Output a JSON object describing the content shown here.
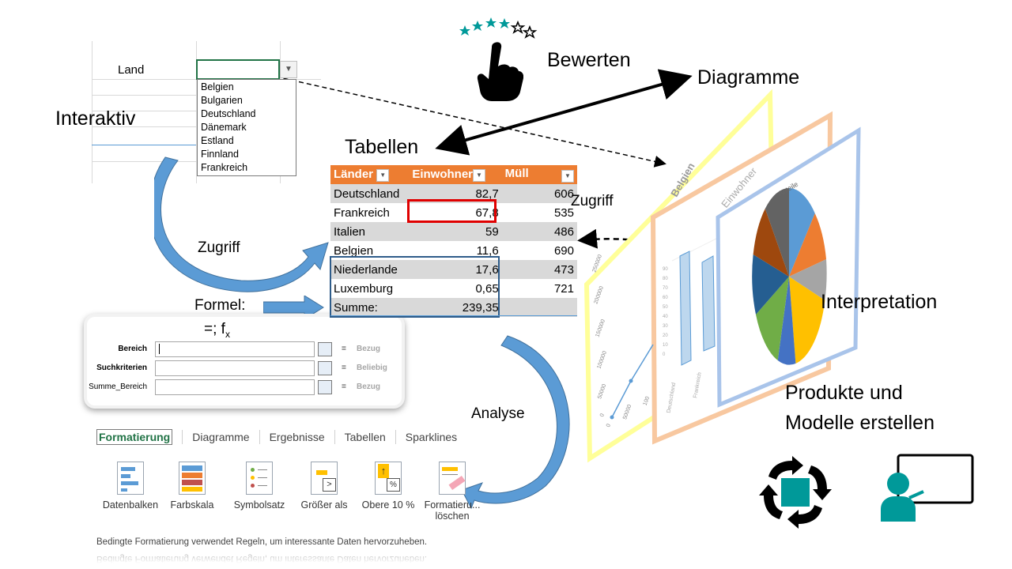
{
  "labels": {
    "interaktiv": "Interaktiv",
    "bewerten": "Bewerten",
    "diagramme": "Diagramme",
    "tabellen": "Tabellen",
    "zugriff_left": "Zugriff",
    "zugriff_right": "Zugriff",
    "formel": "Formel:",
    "formel_symbols": "=; f",
    "formel_sub": "x",
    "analyse": "Analyse",
    "interpretation": "Interpretation",
    "produkte_line1": "Produkte und",
    "produkte_line2": "Modelle erstellen"
  },
  "dropdown": {
    "cell_label": "Land",
    "items": [
      "Belgien",
      "Bulgarien",
      "Deutschland",
      "Dänemark",
      "Estland",
      "Finnland",
      "Frankreich"
    ]
  },
  "table": {
    "headers": [
      "Länder",
      "Einwohner",
      "Müll"
    ],
    "rows": [
      [
        "Deutschland",
        "82,7",
        "606"
      ],
      [
        "Frankreich",
        "67,8",
        "535"
      ],
      [
        "Italien",
        "59",
        "486"
      ],
      [
        "Belgien",
        "11,6",
        "690"
      ],
      [
        "Niederlande",
        "17,6",
        "473"
      ],
      [
        "Luxemburg",
        "0,65",
        "721"
      ]
    ],
    "total_label": "Summe:",
    "total_value": "239,35"
  },
  "dialog": {
    "args": [
      {
        "label": "Bereich",
        "hint": "Bezug",
        "bold": true
      },
      {
        "label": "Suchkriterien",
        "hint": "Beliebig",
        "bold": true
      },
      {
        "label": "Summe_Bereich",
        "hint": "Bezug",
        "bold": false
      }
    ],
    "equals": "="
  },
  "ribbon": {
    "tabs": [
      "Formatierung",
      "Diagramme",
      "Ergebnisse",
      "Tabellen",
      "Sparklines"
    ],
    "items": [
      {
        "label": "Datenbalken",
        "icon": "data-bars-icon"
      },
      {
        "label": "Farbskala",
        "icon": "color-scale-icon"
      },
      {
        "label": "Symbolsatz",
        "icon": "icon-set-icon"
      },
      {
        "label": "Größer als",
        "icon": "greater-than-icon"
      },
      {
        "label": "Obere 10 %",
        "icon": "top-ten-icon"
      },
      {
        "label": "Formatierung löschen",
        "label_line1": "Formatie",
        "label_line1_rest": "ru...",
        "label_line2": "löschen",
        "icon": "clear-format-icon"
      }
    ],
    "description": "Bedingte Formatierung verwendet Regeln, um interessante Daten hervorzuheben."
  },
  "panels": {
    "yellow_title": "Belgien",
    "orange_title": "Einwohner",
    "blue_title": "Anteile",
    "yellow_yticks": [
      "250000",
      "200000",
      "150000",
      "100000",
      "50000",
      "0"
    ],
    "yellow_xticks": [
      "0",
      "50000",
      "100"
    ],
    "orange_xticks": [
      "Deutschland",
      "Frankreich"
    ],
    "orange_yticks": [
      "90",
      "80",
      "70",
      "60",
      "50",
      "40",
      "30",
      "20",
      "10",
      "0"
    ]
  },
  "colors": {
    "table_header": "#ed7d31",
    "table_band": "#d9d9d9",
    "highlight_red": "#e00000",
    "frame_blue": "#2e5c8a",
    "arrow_blue": "#5b9bd5",
    "teal": "#009999",
    "panel_yellow": "#ffff99",
    "panel_orange": "#f8c8a0",
    "panel_blue": "#a9c4ea",
    "pie_slices": [
      "#5b9bd5",
      "#ed7d31",
      "#a5a5a5",
      "#ffc000",
      "#4472c4",
      "#70ad47",
      "#255e91",
      "#9e480e",
      "#636363"
    ]
  }
}
